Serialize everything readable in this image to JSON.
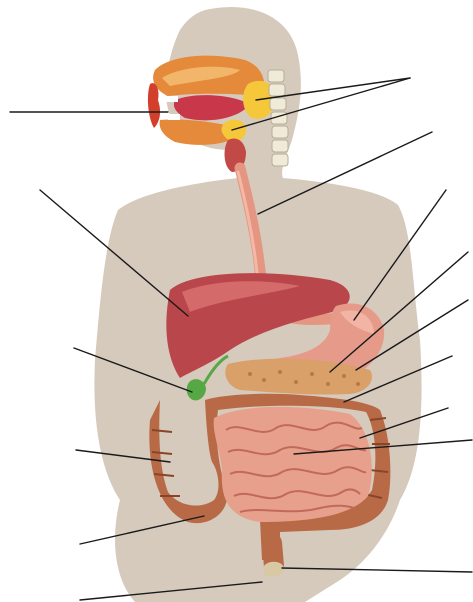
{
  "diagram": {
    "type": "unlabeled-anatomy-worksheet",
    "colors": {
      "silhouette": "#d6cabd",
      "liver": "#b8464a",
      "stomach": "#e59a8a",
      "pancreas": "#d9a06a",
      "small_intestine": "#e7a08c",
      "large_intestine": "#b86a46",
      "esophagus": "#e59682",
      "gallbladder": "#56a845",
      "salivary": "#f4c83a",
      "tongue": "#c8384a",
      "oral": "#e58a3a",
      "spine": "#f0ead8",
      "leader_line": "#1a1a1a"
    },
    "structures": [
      "mouth",
      "salivary-glands",
      "esophagus",
      "liver",
      "stomach",
      "gallbladder",
      "pancreas",
      "small-intestine",
      "large-intestine",
      "rectum",
      "anus"
    ]
  }
}
